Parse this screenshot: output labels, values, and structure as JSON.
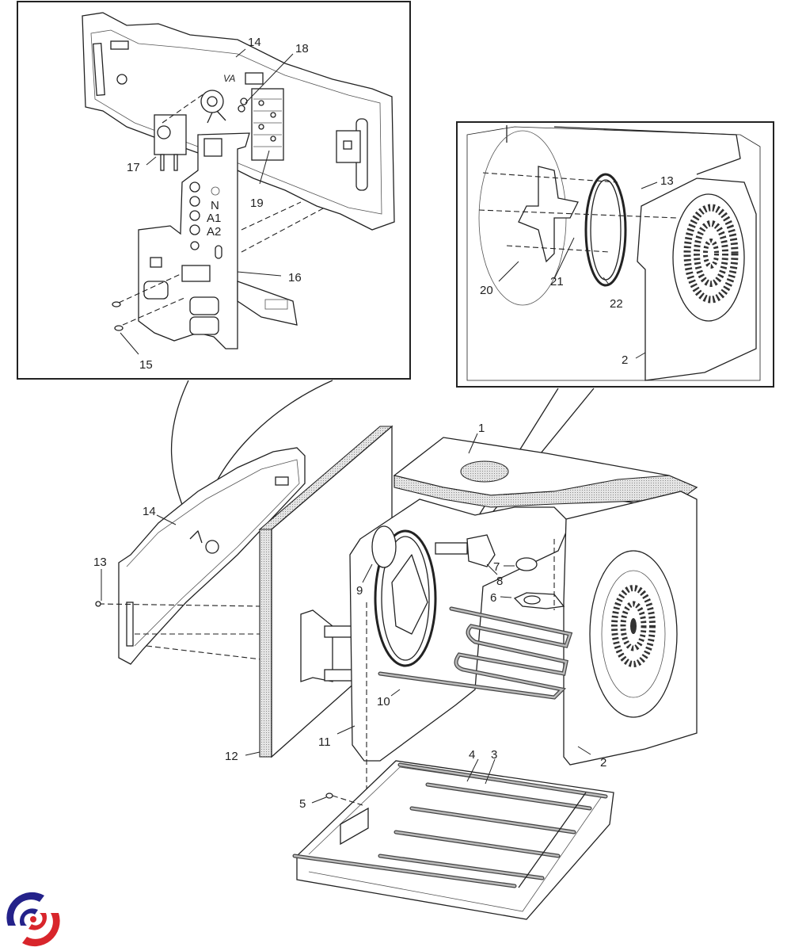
{
  "diagram": {
    "title": "Oven cavity exploded parts diagram",
    "logo": {
      "name": "brand-logo",
      "colors": {
        "blue": "#24228a",
        "red": "#d8252b"
      }
    },
    "insets": [
      {
        "name": "control-bracket-detail",
        "part_numbers": [
          "14",
          "15",
          "16",
          "17",
          "18",
          "19"
        ],
        "panel_markings": [
          "N",
          "A1",
          "A2"
        ]
      },
      {
        "name": "fan-element-detail",
        "part_numbers": [
          "2",
          "13",
          "20",
          "21",
          "22"
        ]
      }
    ],
    "callouts": {
      "p1": "1",
      "p2a": "2",
      "p2b": "2",
      "p3": "3",
      "p4": "4",
      "p5": "5",
      "p6": "6",
      "p7": "7",
      "p8": "8",
      "p9": "9",
      "p10": "10",
      "p11": "11",
      "p12": "12",
      "p13a": "13",
      "p13b": "13",
      "p14a": "14",
      "p14b": "14",
      "p15": "15",
      "p16": "16",
      "p17": "17",
      "p18": "18",
      "p19": "19",
      "p20": "20",
      "p21": "21",
      "p22": "22"
    },
    "markings": {
      "n": "N",
      "a1": "A1",
      "a2": "A2"
    }
  }
}
